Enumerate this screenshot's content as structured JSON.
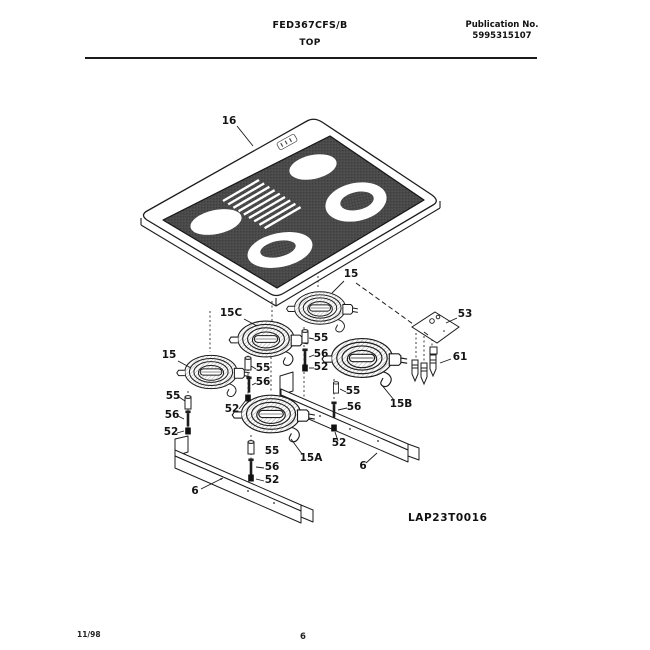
{
  "header": {
    "model": "FED367CFS/B",
    "view_title": "TOP",
    "publication_label": "Publication No.",
    "publication_number": "5995315107"
  },
  "diagram": {
    "drawing_code": "LAP23T0016",
    "callouts": {
      "main_top": "16",
      "element_small": "15",
      "element_15a": "15A",
      "element_15b": "15B",
      "element_15c": "15C",
      "terminal_block": "53",
      "terminal_leads": "61",
      "support_rail": "6",
      "spacer": "55",
      "screw": "56",
      "clip": "52"
    }
  },
  "footer": {
    "revision_date": "11/98",
    "page_number": "6"
  },
  "colors": {
    "ink": "#1c1c1c",
    "glass_dark": "#4a4a4a",
    "paper": "#ffffff"
  }
}
